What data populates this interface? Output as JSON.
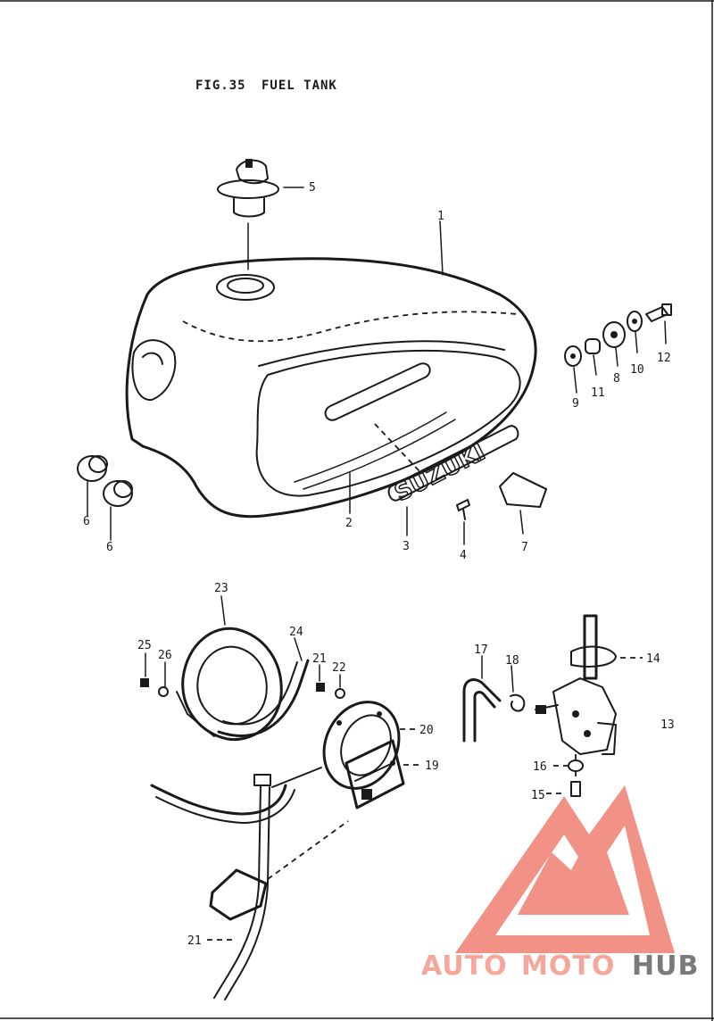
{
  "figure": {
    "number": "FIG.35",
    "title": "FUEL TANK"
  },
  "callouts": [
    "1",
    "2",
    "3",
    "4",
    "5",
    "6",
    "6",
    "7",
    "8",
    "9",
    "10",
    "11",
    "12",
    "13",
    "14",
    "15",
    "16",
    "17",
    "18",
    "19",
    "20",
    "21",
    "21",
    "22",
    "23",
    "24",
    "25",
    "26"
  ],
  "emblem_text": "SUZUKI",
  "watermark": {
    "part1": "AUTO",
    "part2": "MOTO",
    "part3": "HUB",
    "color_light": "#f4a79a",
    "color_dark": "#7a7a7a",
    "logo_color": "#f07f73"
  }
}
